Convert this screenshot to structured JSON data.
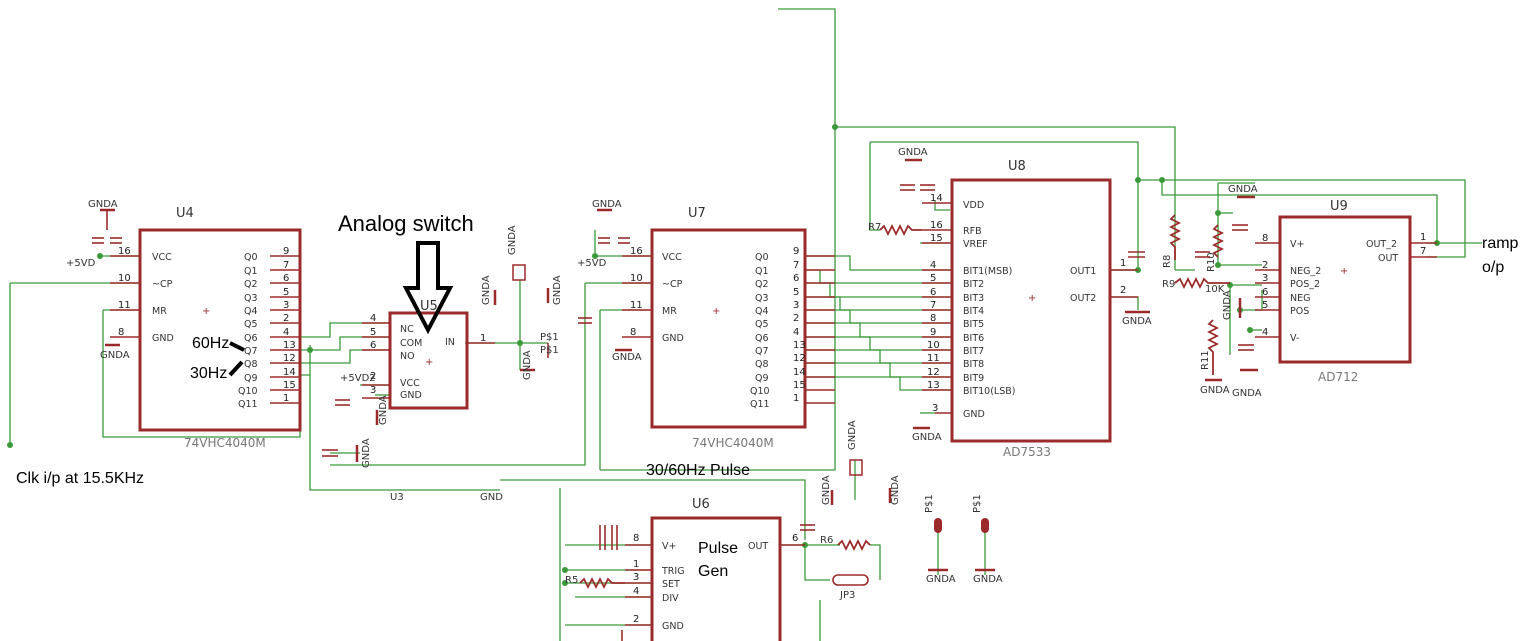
{
  "annotations": {
    "analog_switch": "Analog switch",
    "hz60": "60Hz",
    "hz30": "30Hz",
    "clk_input": "Clk i/p at 15.5KHz",
    "pulse_30_60": "30/60Hz Pulse",
    "pulse_gen_line1": "Pulse",
    "pulse_gen_line2": "Gen",
    "ramp_line1": "ramp",
    "ramp_line2": "o/p"
  },
  "u4": {
    "name": "U4",
    "value": "74VHC4040M",
    "left_pins": [
      {
        "label": "VCC",
        "num": "16"
      },
      {
        "label": "~CP",
        "num": "10"
      },
      {
        "label": "MR",
        "num": "11"
      },
      {
        "label": "GND",
        "num": "8"
      }
    ],
    "right_pins": [
      {
        "label": "Q0",
        "num": "9"
      },
      {
        "label": "Q1",
        "num": "7"
      },
      {
        "label": "Q2",
        "num": "6"
      },
      {
        "label": "Q3",
        "num": "5"
      },
      {
        "label": "Q4",
        "num": "3"
      },
      {
        "label": "Q5",
        "num": "2"
      },
      {
        "label": "Q6",
        "num": "4"
      },
      {
        "label": "Q7",
        "num": "13"
      },
      {
        "label": "Q8",
        "num": "12"
      },
      {
        "label": "Q9",
        "num": "14"
      },
      {
        "label": "Q10",
        "num": "15"
      },
      {
        "label": "Q11",
        "num": "1"
      }
    ]
  },
  "u5": {
    "name": "U5",
    "left_pins": [
      {
        "label": "NC",
        "num": "4"
      },
      {
        "label": "COM",
        "num": "5"
      },
      {
        "label": "NO",
        "num": "6"
      },
      {
        "label": "VCC",
        "num": "2"
      },
      {
        "label": "GND",
        "num": "3"
      }
    ],
    "right_pin": {
      "label": "IN",
      "num": "1"
    }
  },
  "u7": {
    "name": "U7",
    "value": "74VHC4040M",
    "left_pins": [
      {
        "label": "VCC",
        "num": "16"
      },
      {
        "label": "~CP",
        "num": "10"
      },
      {
        "label": "MR",
        "num": "11"
      },
      {
        "label": "GND",
        "num": "8"
      }
    ],
    "right_pins": [
      {
        "label": "Q0",
        "num": "9"
      },
      {
        "label": "Q1",
        "num": "7"
      },
      {
        "label": "Q2",
        "num": "6"
      },
      {
        "label": "Q3",
        "num": "5"
      },
      {
        "label": "Q4",
        "num": "3"
      },
      {
        "label": "Q5",
        "num": "2"
      },
      {
        "label": "Q6",
        "num": "4"
      },
      {
        "label": "Q7",
        "num": "13"
      },
      {
        "label": "Q8",
        "num": "12"
      },
      {
        "label": "Q9",
        "num": "14"
      },
      {
        "label": "Q10",
        "num": "15"
      },
      {
        "label": "Q11",
        "num": "1"
      }
    ]
  },
  "u8": {
    "name": "U8",
    "value": "AD7533",
    "top_pins": [
      {
        "label": "VDD",
        "num": "14"
      },
      {
        "label": "RFB",
        "num": "16"
      },
      {
        "label": "VREF",
        "num": "15"
      }
    ],
    "bit_pins": [
      {
        "label": "BIT1(MSB)",
        "num": "4"
      },
      {
        "label": "BIT2",
        "num": "5"
      },
      {
        "label": "BIT3",
        "num": "6"
      },
      {
        "label": "BIT4",
        "num": "7"
      },
      {
        "label": "BIT5",
        "num": "8"
      },
      {
        "label": "BIT6",
        "num": "9"
      },
      {
        "label": "BIT7",
        "num": "10"
      },
      {
        "label": "BIT8",
        "num": "11"
      },
      {
        "label": "BIT9",
        "num": "12"
      },
      {
        "label": "BIT10(LSB)",
        "num": "13"
      }
    ],
    "gnd_pin": {
      "label": "GND",
      "num": "3"
    },
    "out_pins": [
      {
        "label": "OUT1",
        "num": "1"
      },
      {
        "label": "OUT2",
        "num": "2"
      }
    ]
  },
  "u9": {
    "name": "U9",
    "value": "AD712",
    "left_pins": [
      {
        "label": "V+",
        "num": "8"
      },
      {
        "label": "NEG_2",
        "num": "2"
      },
      {
        "label": "POS_2",
        "num": "3"
      },
      {
        "label": "NEG",
        "num": "6"
      },
      {
        "label": "POS",
        "num": "5"
      },
      {
        "label": "V-",
        "num": "4"
      }
    ],
    "right_pins": [
      {
        "label": "OUT_2",
        "num": "1"
      },
      {
        "label": "OUT",
        "num": "7"
      }
    ]
  },
  "u6": {
    "name": "U6",
    "left_pins": [
      {
        "label": "V+",
        "num": "8"
      },
      {
        "label": "TRIG",
        "num": "1"
      },
      {
        "label": "SET",
        "num": "3"
      },
      {
        "label": "DIV",
        "num": "4"
      },
      {
        "label": "GND",
        "num": "2"
      }
    ],
    "right_pin": {
      "label": "OUT",
      "num": "6"
    }
  },
  "labels": {
    "gnda": "GNDA",
    "vd5": "+5VD",
    "vd5_2": "+5VD2",
    "u3": "U3",
    "gnd": "GND",
    "r7": "R7",
    "r8": "R8",
    "r9": "R9",
    "r9_val": "10K",
    "r10": "R10",
    "r11": "R11",
    "r5": "R5",
    "r6": "R6",
    "jp3": "JP3",
    "p1": "P$1"
  }
}
